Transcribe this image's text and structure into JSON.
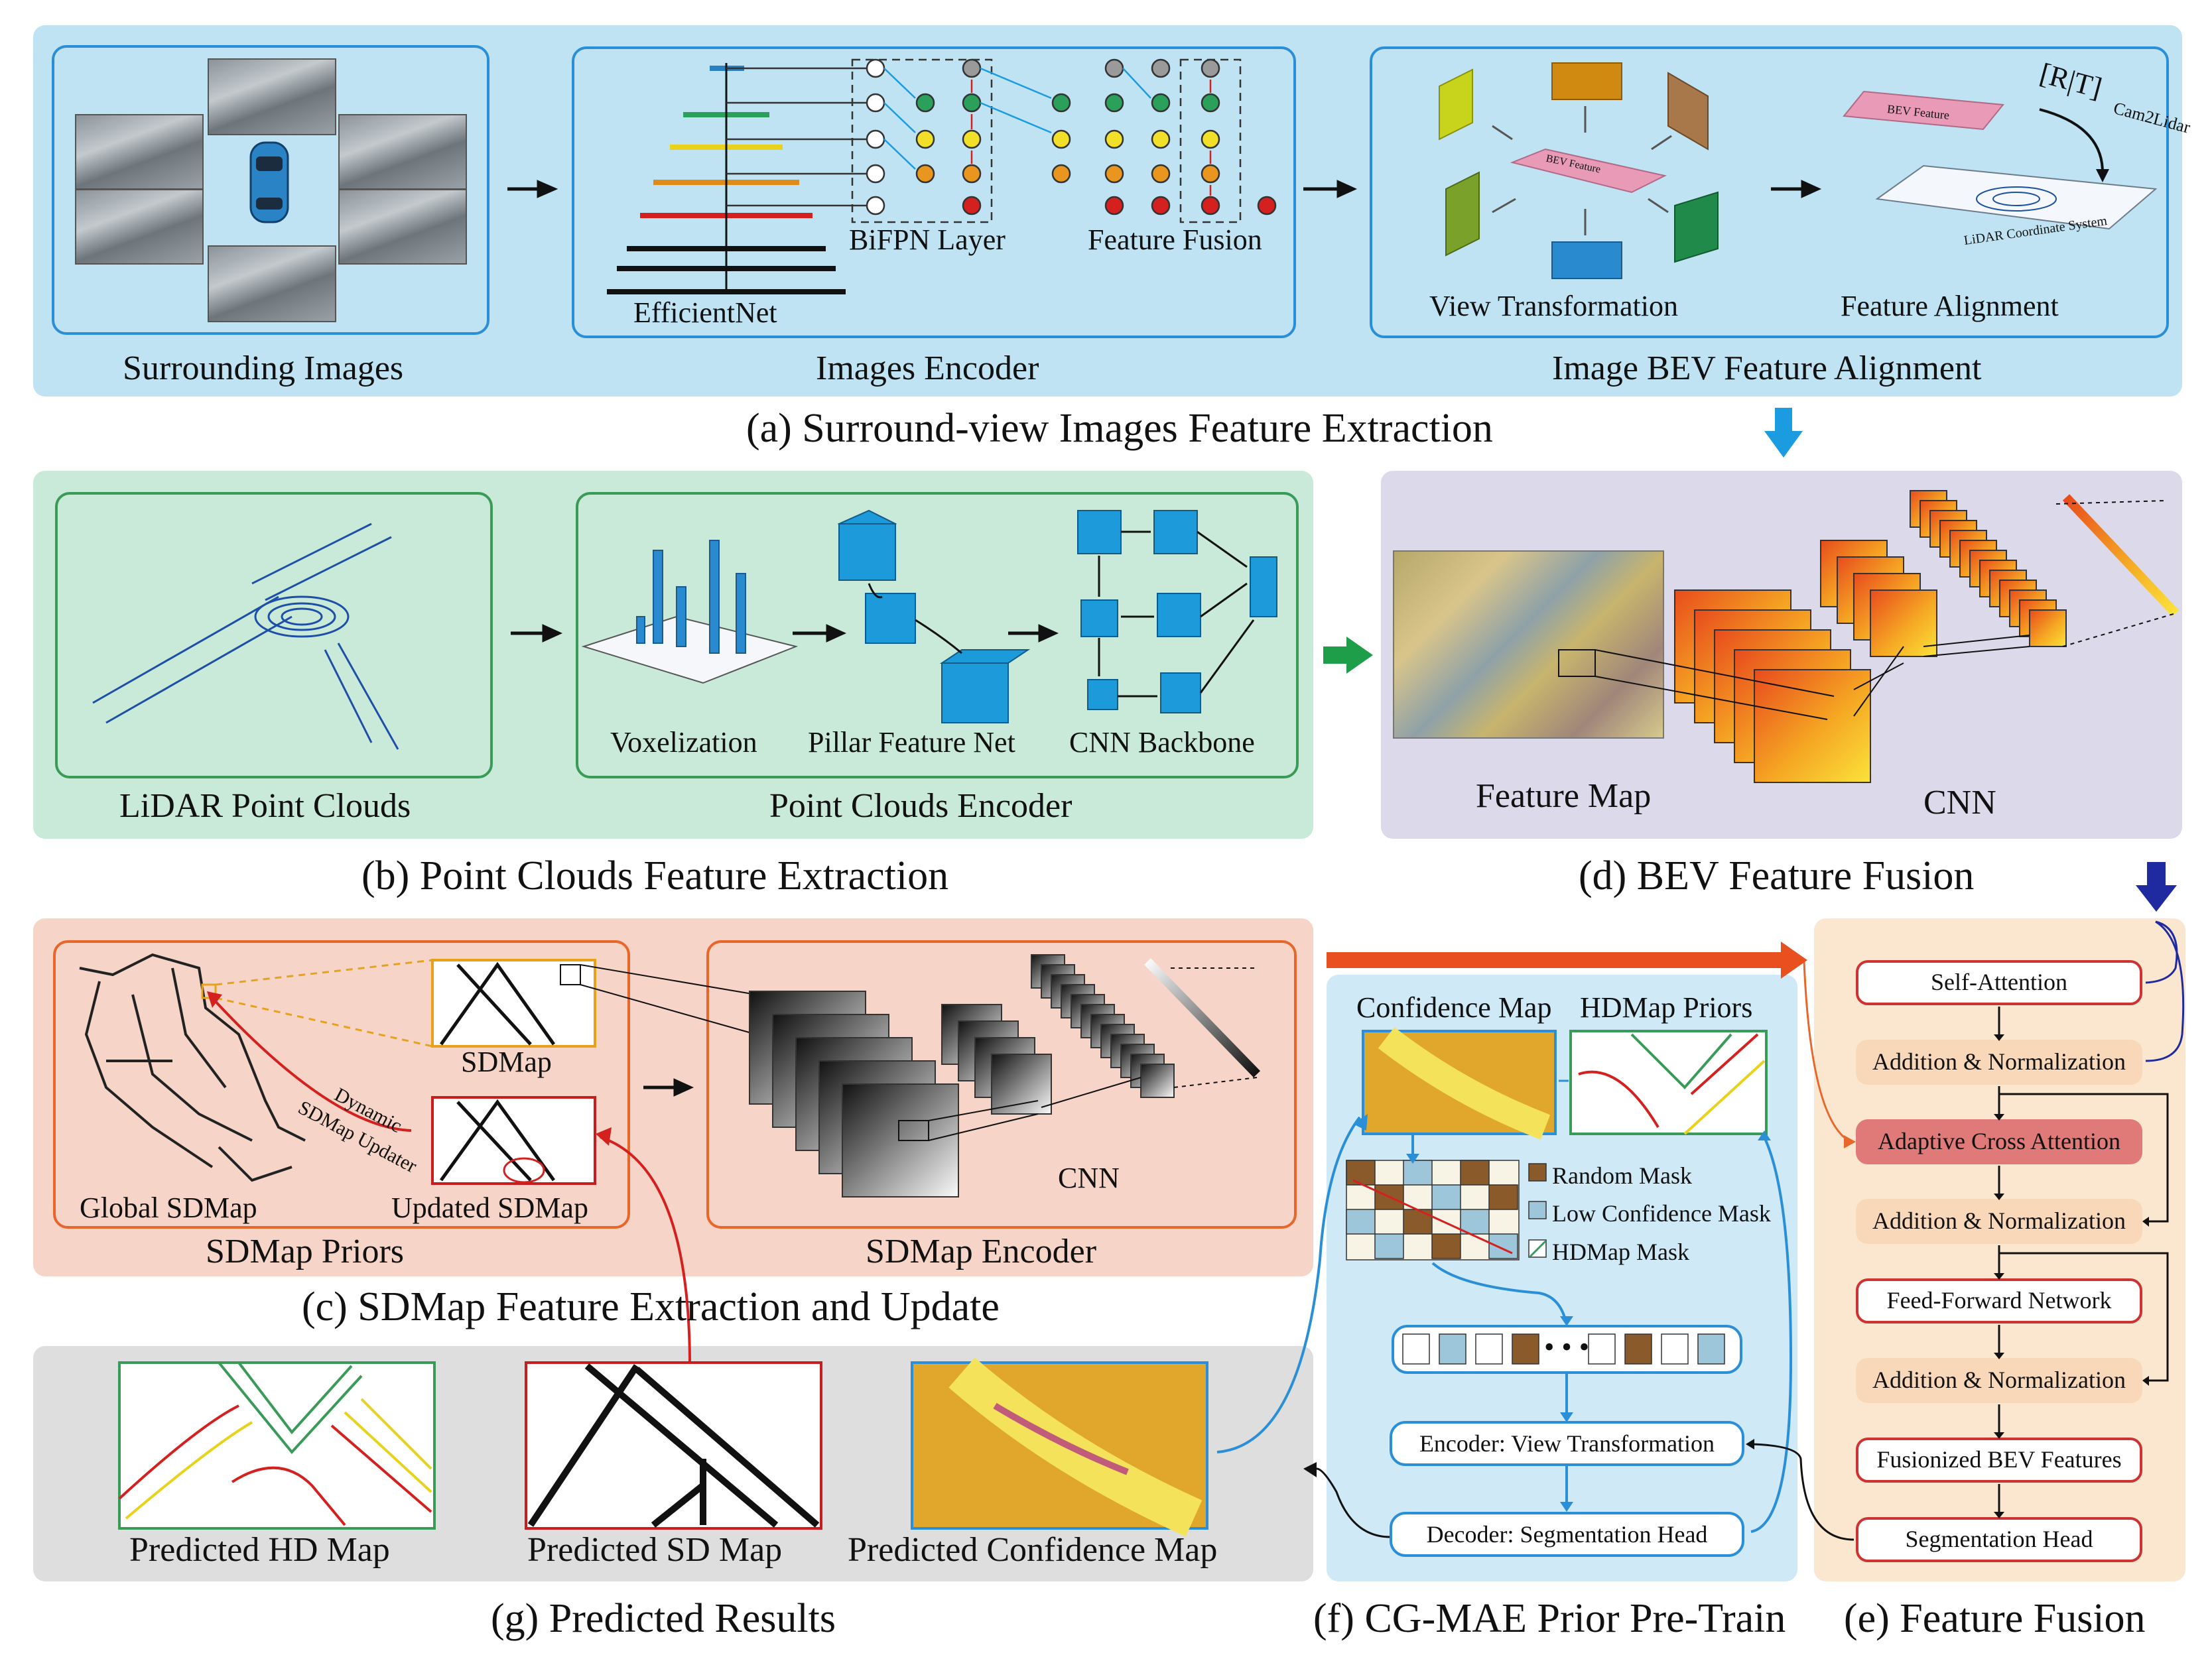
{
  "section_a": {
    "caption": "(a) Surround-view Images Feature Extraction",
    "surrounding_images": "Surrounding Images",
    "images_encoder": "Images Encoder",
    "efficientnet": "EfficientNet",
    "bifpn_layer": "BiFPN Layer",
    "feature_fusion": "Feature Fusion",
    "view_transformation": "View Transformation",
    "feature_alignment": "Feature Alignment",
    "alignment_title": "Image BEV Feature Alignment",
    "bev_feature": "BEV Feature",
    "rt_label": "[R|T]",
    "rt_sub": "Cam2Lidar",
    "lidar_coord": "LiDAR Coordinate System"
  },
  "section_b": {
    "caption": "(b) Point Clouds Feature Extraction",
    "lidar_point_clouds": "LiDAR Point Clouds",
    "point_clouds_encoder": "Point Clouds Encoder",
    "voxelization": "Voxelization",
    "pillar_feature_net": "Pillar Feature Net",
    "cnn_backbone": "CNN Backbone"
  },
  "section_c": {
    "caption": "(c) SDMap Feature Extraction and Update",
    "sdmap_priors": "SDMap Priors",
    "sdmap_encoder": "SDMap Encoder",
    "global_sdmap": "Global SDMap",
    "updated_sdmap": "Updated SDMap",
    "sdmap": "SDMap",
    "dynamic_updater_1": "Dynamic",
    "dynamic_updater_2": "SDMap Updater",
    "cnn": "CNN"
  },
  "section_d": {
    "caption": "(d) BEV Feature Fusion",
    "feature_map": "Feature Map",
    "cnn": "CNN"
  },
  "section_e": {
    "caption": "(e) Feature Fusion",
    "self_attention": "Self-Attention",
    "add_norm_1": "Addition & Normalization",
    "adaptive_cross_attention": "Adaptive Cross Attention",
    "add_norm_2": "Addition & Normalization",
    "feed_forward": "Feed-Forward Network",
    "add_norm_3": "Addition & Normalization",
    "fusionized": "Fusionized BEV Features",
    "seg_head": "Segmentation Head"
  },
  "section_f": {
    "caption": "(f) CG-MAE Prior Pre-Train",
    "confidence_map": "Confidence Map",
    "hdmap_priors": "HDMap Priors",
    "random_mask": "Random Mask",
    "low_conf_mask": "Low Confidence Mask",
    "hdmap_mask": "HDMap Mask",
    "encoder": "Encoder: View Transformation",
    "decoder": "Decoder: Segmentation Head",
    "ellipsis": "• • •"
  },
  "section_g": {
    "caption": "(g) Predicted Results",
    "pred_hd": "Predicted HD Map",
    "pred_sd": "Predicted SD Map",
    "pred_conf": "Predicted Confidence Map"
  },
  "colors": {
    "panel_a": "#bfe3f2",
    "panel_b": "#c9ead9",
    "panel_c": "#f6d5c8",
    "panel_d": "#dcdaea",
    "panel_e": "#fbe7cf",
    "panel_f": "#cfe9f6",
    "panel_g": "#dedede",
    "box_blue": "#2a8fd6",
    "box_green": "#3a9a57",
    "box_orange": "#e8662a",
    "arrow_blue": "#1b9be0",
    "arrow_green": "#1f9e4a",
    "arrow_navy": "#1f2aa0"
  }
}
